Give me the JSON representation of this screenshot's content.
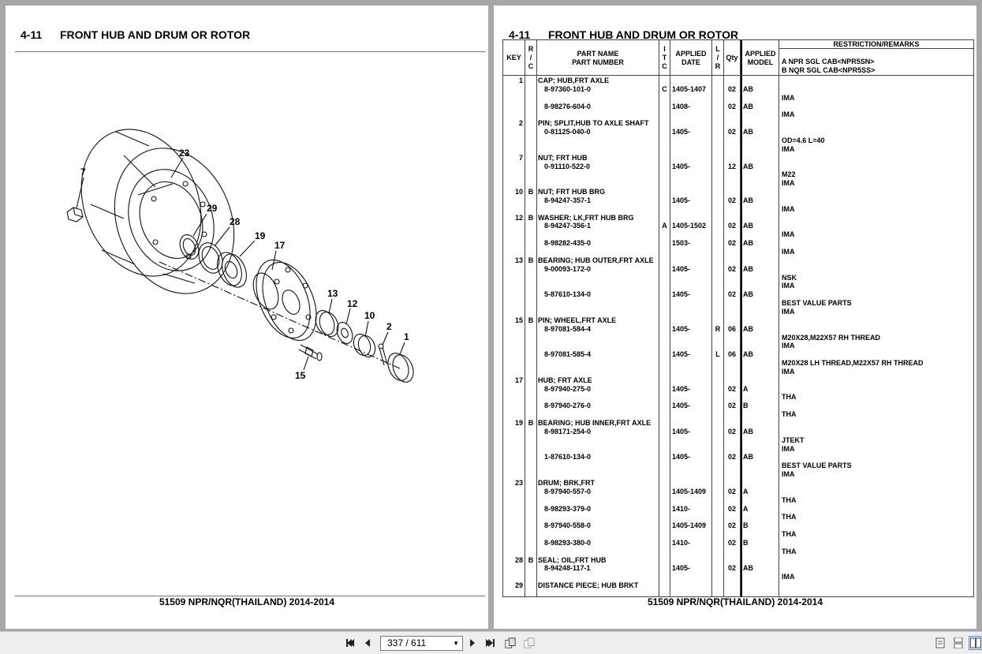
{
  "section": {
    "number": "4-11",
    "title": "FRONT HUB AND DRUM OR ROTOR"
  },
  "footer_text": "51509 NPR/NQR(THAILAND) 2014-2014",
  "diagram_labels": [
    "23",
    "7",
    "29",
    "28",
    "19",
    "17",
    "13",
    "12",
    "10",
    "2",
    "1",
    "15"
  ],
  "table_headers": {
    "key": "KEY",
    "rc": [
      "R",
      "/",
      "C"
    ],
    "part_name": "PART NAME",
    "part_number": "PART NUMBER",
    "itc": [
      "I",
      "T",
      "C"
    ],
    "applied_date": [
      "APPLIED",
      "DATE"
    ],
    "lr": [
      "L",
      "/",
      "R"
    ],
    "qty": "Qty",
    "applied_model": [
      "APPLIED",
      "MODEL"
    ],
    "restriction": "RESTRICTION/REMARKS",
    "model_a": "A NPR SGL CAB<NPR5SN>",
    "model_b": "B NQR SGL CAB<NPR5SS>"
  },
  "parts_rows": [
    {
      "key": "1",
      "rc": "",
      "text": "CAP; HUB,FRT AXLE",
      "indent": false,
      "itc": "",
      "date": "",
      "lr": "",
      "qty": "",
      "model": "",
      "remark": ""
    },
    {
      "key": "",
      "rc": "",
      "text": "8-97360-101-0",
      "indent": true,
      "itc": "C",
      "date": "1405-1407",
      "lr": "",
      "qty": "02",
      "model": "AB",
      "remark": ""
    },
    {
      "key": "",
      "rc": "",
      "text": "",
      "indent": false,
      "itc": "",
      "date": "",
      "lr": "",
      "qty": "",
      "model": "",
      "remark": "IMA"
    },
    {
      "key": "",
      "rc": "",
      "text": "8-98276-604-0",
      "indent": true,
      "itc": "",
      "date": "1408-",
      "lr": "",
      "qty": "02",
      "model": "AB",
      "remark": ""
    },
    {
      "key": "",
      "rc": "",
      "text": "",
      "indent": false,
      "itc": "",
      "date": "",
      "lr": "",
      "qty": "",
      "model": "",
      "remark": "IMA"
    },
    {
      "key": "2",
      "rc": "",
      "text": "PIN; SPLIT,HUB TO AXLE SHAFT",
      "indent": false,
      "itc": "",
      "date": "",
      "lr": "",
      "qty": "",
      "model": "",
      "remark": ""
    },
    {
      "key": "",
      "rc": "",
      "text": "0-81125-040-0",
      "indent": true,
      "itc": "",
      "date": "1405-",
      "lr": "",
      "qty": "02",
      "model": "AB",
      "remark": ""
    },
    {
      "key": "",
      "rc": "",
      "text": "",
      "indent": false,
      "itc": "",
      "date": "",
      "lr": "",
      "qty": "",
      "model": "",
      "remark": "OD=4.6 L=40"
    },
    {
      "key": "",
      "rc": "",
      "text": "",
      "indent": false,
      "itc": "",
      "date": "",
      "lr": "",
      "qty": "",
      "model": "",
      "remark": "IMA"
    },
    {
      "key": "7",
      "rc": "",
      "text": "NUT; FRT HUB",
      "indent": false,
      "itc": "",
      "date": "",
      "lr": "",
      "qty": "",
      "model": "",
      "remark": ""
    },
    {
      "key": "",
      "rc": "",
      "text": "0-91110-522-0",
      "indent": true,
      "itc": "",
      "date": "1405-",
      "lr": "",
      "qty": "12",
      "model": "AB",
      "remark": ""
    },
    {
      "key": "",
      "rc": "",
      "text": "",
      "indent": false,
      "itc": "",
      "date": "",
      "lr": "",
      "qty": "",
      "model": "",
      "remark": "M22"
    },
    {
      "key": "",
      "rc": "",
      "text": "",
      "indent": false,
      "itc": "",
      "date": "",
      "lr": "",
      "qty": "",
      "model": "",
      "remark": "IMA"
    },
    {
      "key": "10",
      "rc": "B",
      "text": "NUT; FRT HUB BRG",
      "indent": false,
      "itc": "",
      "date": "",
      "lr": "",
      "qty": "",
      "model": "",
      "remark": ""
    },
    {
      "key": "",
      "rc": "",
      "text": "8-94247-357-1",
      "indent": true,
      "itc": "",
      "date": "1405-",
      "lr": "",
      "qty": "02",
      "model": "AB",
      "remark": ""
    },
    {
      "key": "",
      "rc": "",
      "text": "",
      "indent": false,
      "itc": "",
      "date": "",
      "lr": "",
      "qty": "",
      "model": "",
      "remark": "IMA"
    },
    {
      "key": "12",
      "rc": "B",
      "text": "WASHER; LK,FRT HUB BRG",
      "indent": false,
      "itc": "",
      "date": "",
      "lr": "",
      "qty": "",
      "model": "",
      "remark": ""
    },
    {
      "key": "",
      "rc": "",
      "text": "8-94247-356-1",
      "indent": true,
      "itc": "A",
      "date": "1405-1502",
      "lr": "",
      "qty": "02",
      "model": "AB",
      "remark": ""
    },
    {
      "key": "",
      "rc": "",
      "text": "",
      "indent": false,
      "itc": "",
      "date": "",
      "lr": "",
      "qty": "",
      "model": "",
      "remark": "IMA"
    },
    {
      "key": "",
      "rc": "",
      "text": "8-98282-435-0",
      "indent": true,
      "itc": "",
      "date": "1503-",
      "lr": "",
      "qty": "02",
      "model": "AB",
      "remark": ""
    },
    {
      "key": "",
      "rc": "",
      "text": "",
      "indent": false,
      "itc": "",
      "date": "",
      "lr": "",
      "qty": "",
      "model": "",
      "remark": "IMA"
    },
    {
      "key": "13",
      "rc": "B",
      "text": "BEARING; HUB OUTER,FRT AXLE",
      "indent": false,
      "itc": "",
      "date": "",
      "lr": "",
      "qty": "",
      "model": "",
      "remark": ""
    },
    {
      "key": "",
      "rc": "",
      "text": "9-00093-172-0",
      "indent": true,
      "itc": "",
      "date": "1405-",
      "lr": "",
      "qty": "02",
      "model": "AB",
      "remark": ""
    },
    {
      "key": "",
      "rc": "",
      "text": "",
      "indent": false,
      "itc": "",
      "date": "",
      "lr": "",
      "qty": "",
      "model": "",
      "remark": "NSK"
    },
    {
      "key": "",
      "rc": "",
      "text": "",
      "indent": false,
      "itc": "",
      "date": "",
      "lr": "",
      "qty": "",
      "model": "",
      "remark": "IMA"
    },
    {
      "key": "",
      "rc": "",
      "text": "5-87610-134-0",
      "indent": true,
      "itc": "",
      "date": "1405-",
      "lr": "",
      "qty": "02",
      "model": "AB",
      "remark": ""
    },
    {
      "key": "",
      "rc": "",
      "text": "",
      "indent": false,
      "itc": "",
      "date": "",
      "lr": "",
      "qty": "",
      "model": "",
      "remark": "BEST VALUE PARTS"
    },
    {
      "key": "",
      "rc": "",
      "text": "",
      "indent": false,
      "itc": "",
      "date": "",
      "lr": "",
      "qty": "",
      "model": "",
      "remark": "IMA"
    },
    {
      "key": "15",
      "rc": "B",
      "text": "PIN; WHEEL,FRT AXLE",
      "indent": false,
      "itc": "",
      "date": "",
      "lr": "",
      "qty": "",
      "model": "",
      "remark": ""
    },
    {
      "key": "",
      "rc": "",
      "text": "8-97081-584-4",
      "indent": true,
      "itc": "",
      "date": "1405-",
      "lr": "R",
      "qty": "06",
      "model": "AB",
      "remark": ""
    },
    {
      "key": "",
      "rc": "",
      "text": "",
      "indent": false,
      "itc": "",
      "date": "",
      "lr": "",
      "qty": "",
      "model": "",
      "remark": "M20X28,M22X57 RH THREAD"
    },
    {
      "key": "",
      "rc": "",
      "text": "",
      "indent": false,
      "itc": "",
      "date": "",
      "lr": "",
      "qty": "",
      "model": "",
      "remark": "IMA"
    },
    {
      "key": "",
      "rc": "",
      "text": "8-97081-585-4",
      "indent": true,
      "itc": "",
      "date": "1405-",
      "lr": "L",
      "qty": "06",
      "model": "AB",
      "remark": ""
    },
    {
      "key": "",
      "rc": "",
      "text": "",
      "indent": false,
      "itc": "",
      "date": "",
      "lr": "",
      "qty": "",
      "model": "",
      "remark": "M20X28 LH THREAD,M22X57 RH THREAD"
    },
    {
      "key": "",
      "rc": "",
      "text": "",
      "indent": false,
      "itc": "",
      "date": "",
      "lr": "",
      "qty": "",
      "model": "",
      "remark": "IMA"
    },
    {
      "key": "17",
      "rc": "",
      "text": "HUB; FRT AXLE",
      "indent": false,
      "itc": "",
      "date": "",
      "lr": "",
      "qty": "",
      "model": "",
      "remark": ""
    },
    {
      "key": "",
      "rc": "",
      "text": "8-97940-275-0",
      "indent": true,
      "itc": "",
      "date": "1405-",
      "lr": "",
      "qty": "02",
      "model": "A",
      "remark": ""
    },
    {
      "key": "",
      "rc": "",
      "text": "",
      "indent": false,
      "itc": "",
      "date": "",
      "lr": "",
      "qty": "",
      "model": "",
      "remark": "THA"
    },
    {
      "key": "",
      "rc": "",
      "text": "8-97940-276-0",
      "indent": true,
      "itc": "",
      "date": "1405-",
      "lr": "",
      "qty": "02",
      "model": " B",
      "remark": ""
    },
    {
      "key": "",
      "rc": "",
      "text": "",
      "indent": false,
      "itc": "",
      "date": "",
      "lr": "",
      "qty": "",
      "model": "",
      "remark": "THA"
    },
    {
      "key": "19",
      "rc": "B",
      "text": "BEARING; HUB INNER,FRT AXLE",
      "indent": false,
      "itc": "",
      "date": "",
      "lr": "",
      "qty": "",
      "model": "",
      "remark": ""
    },
    {
      "key": "",
      "rc": "",
      "text": "8-98171-254-0",
      "indent": true,
      "itc": "",
      "date": "1405-",
      "lr": "",
      "qty": "02",
      "model": "AB",
      "remark": ""
    },
    {
      "key": "",
      "rc": "",
      "text": "",
      "indent": false,
      "itc": "",
      "date": "",
      "lr": "",
      "qty": "",
      "model": "",
      "remark": "JTEKT"
    },
    {
      "key": "",
      "rc": "",
      "text": "",
      "indent": false,
      "itc": "",
      "date": "",
      "lr": "",
      "qty": "",
      "model": "",
      "remark": "IMA"
    },
    {
      "key": "",
      "rc": "",
      "text": "1-87610-134-0",
      "indent": true,
      "itc": "",
      "date": "1405-",
      "lr": "",
      "qty": "02",
      "model": "AB",
      "remark": ""
    },
    {
      "key": "",
      "rc": "",
      "text": "",
      "indent": false,
      "itc": "",
      "date": "",
      "lr": "",
      "qty": "",
      "model": "",
      "remark": "BEST VALUE PARTS"
    },
    {
      "key": "",
      "rc": "",
      "text": "",
      "indent": false,
      "itc": "",
      "date": "",
      "lr": "",
      "qty": "",
      "model": "",
      "remark": "IMA"
    },
    {
      "key": "23",
      "rc": "",
      "text": "DRUM; BRK,FRT",
      "indent": false,
      "itc": "",
      "date": "",
      "lr": "",
      "qty": "",
      "model": "",
      "remark": ""
    },
    {
      "key": "",
      "rc": "",
      "text": "8-97940-557-0",
      "indent": true,
      "itc": "",
      "date": "1405-1409",
      "lr": "",
      "qty": "02",
      "model": "A",
      "remark": ""
    },
    {
      "key": "",
      "rc": "",
      "text": "",
      "indent": false,
      "itc": "",
      "date": "",
      "lr": "",
      "qty": "",
      "model": "",
      "remark": "THA"
    },
    {
      "key": "",
      "rc": "",
      "text": "8-98293-379-0",
      "indent": true,
      "itc": "",
      "date": "1410-",
      "lr": "",
      "qty": "02",
      "model": "A",
      "remark": ""
    },
    {
      "key": "",
      "rc": "",
      "text": "",
      "indent": false,
      "itc": "",
      "date": "",
      "lr": "",
      "qty": "",
      "model": "",
      "remark": "THA"
    },
    {
      "key": "",
      "rc": "",
      "text": "8-97940-558-0",
      "indent": true,
      "itc": "",
      "date": "1405-1409",
      "lr": "",
      "qty": "02",
      "model": " B",
      "remark": ""
    },
    {
      "key": "",
      "rc": "",
      "text": "",
      "indent": false,
      "itc": "",
      "date": "",
      "lr": "",
      "qty": "",
      "model": "",
      "remark": "THA"
    },
    {
      "key": "",
      "rc": "",
      "text": "8-98293-380-0",
      "indent": true,
      "itc": "",
      "date": "1410-",
      "lr": "",
      "qty": "02",
      "model": " B",
      "remark": ""
    },
    {
      "key": "",
      "rc": "",
      "text": "",
      "indent": false,
      "itc": "",
      "date": "",
      "lr": "",
      "qty": "",
      "model": "",
      "remark": "THA"
    },
    {
      "key": "28",
      "rc": "B",
      "text": "SEAL; OIL,FRT HUB",
      "indent": false,
      "itc": "",
      "date": "",
      "lr": "",
      "qty": "",
      "model": "",
      "remark": ""
    },
    {
      "key": "",
      "rc": "",
      "text": "8-94248-117-1",
      "indent": true,
      "itc": "",
      "date": "1405-",
      "lr": "",
      "qty": "02",
      "model": "AB",
      "remark": ""
    },
    {
      "key": "",
      "rc": "",
      "text": "",
      "indent": false,
      "itc": "",
      "date": "",
      "lr": "",
      "qty": "",
      "model": "",
      "remark": "IMA"
    },
    {
      "key": "29",
      "rc": "",
      "text": "DISTANCE PIECE; HUB BRKT",
      "indent": false,
      "itc": "",
      "date": "",
      "lr": "",
      "qty": "",
      "model": "",
      "remark": ""
    }
  ],
  "toolbar": {
    "page_indicator": "337 / 611",
    "icons": [
      "first-page-icon",
      "prev-page-icon",
      "next-page-icon",
      "last-page-icon",
      "extract-page-icon",
      "copy-page-icon",
      "single-page-icon",
      "continuous-page-icon",
      "facing-page-icon"
    ]
  },
  "colors": {
    "viewer_bg": "#a8a8a8",
    "page_bg": "#ffffff",
    "toolbar_bg": "#eeeeee"
  }
}
